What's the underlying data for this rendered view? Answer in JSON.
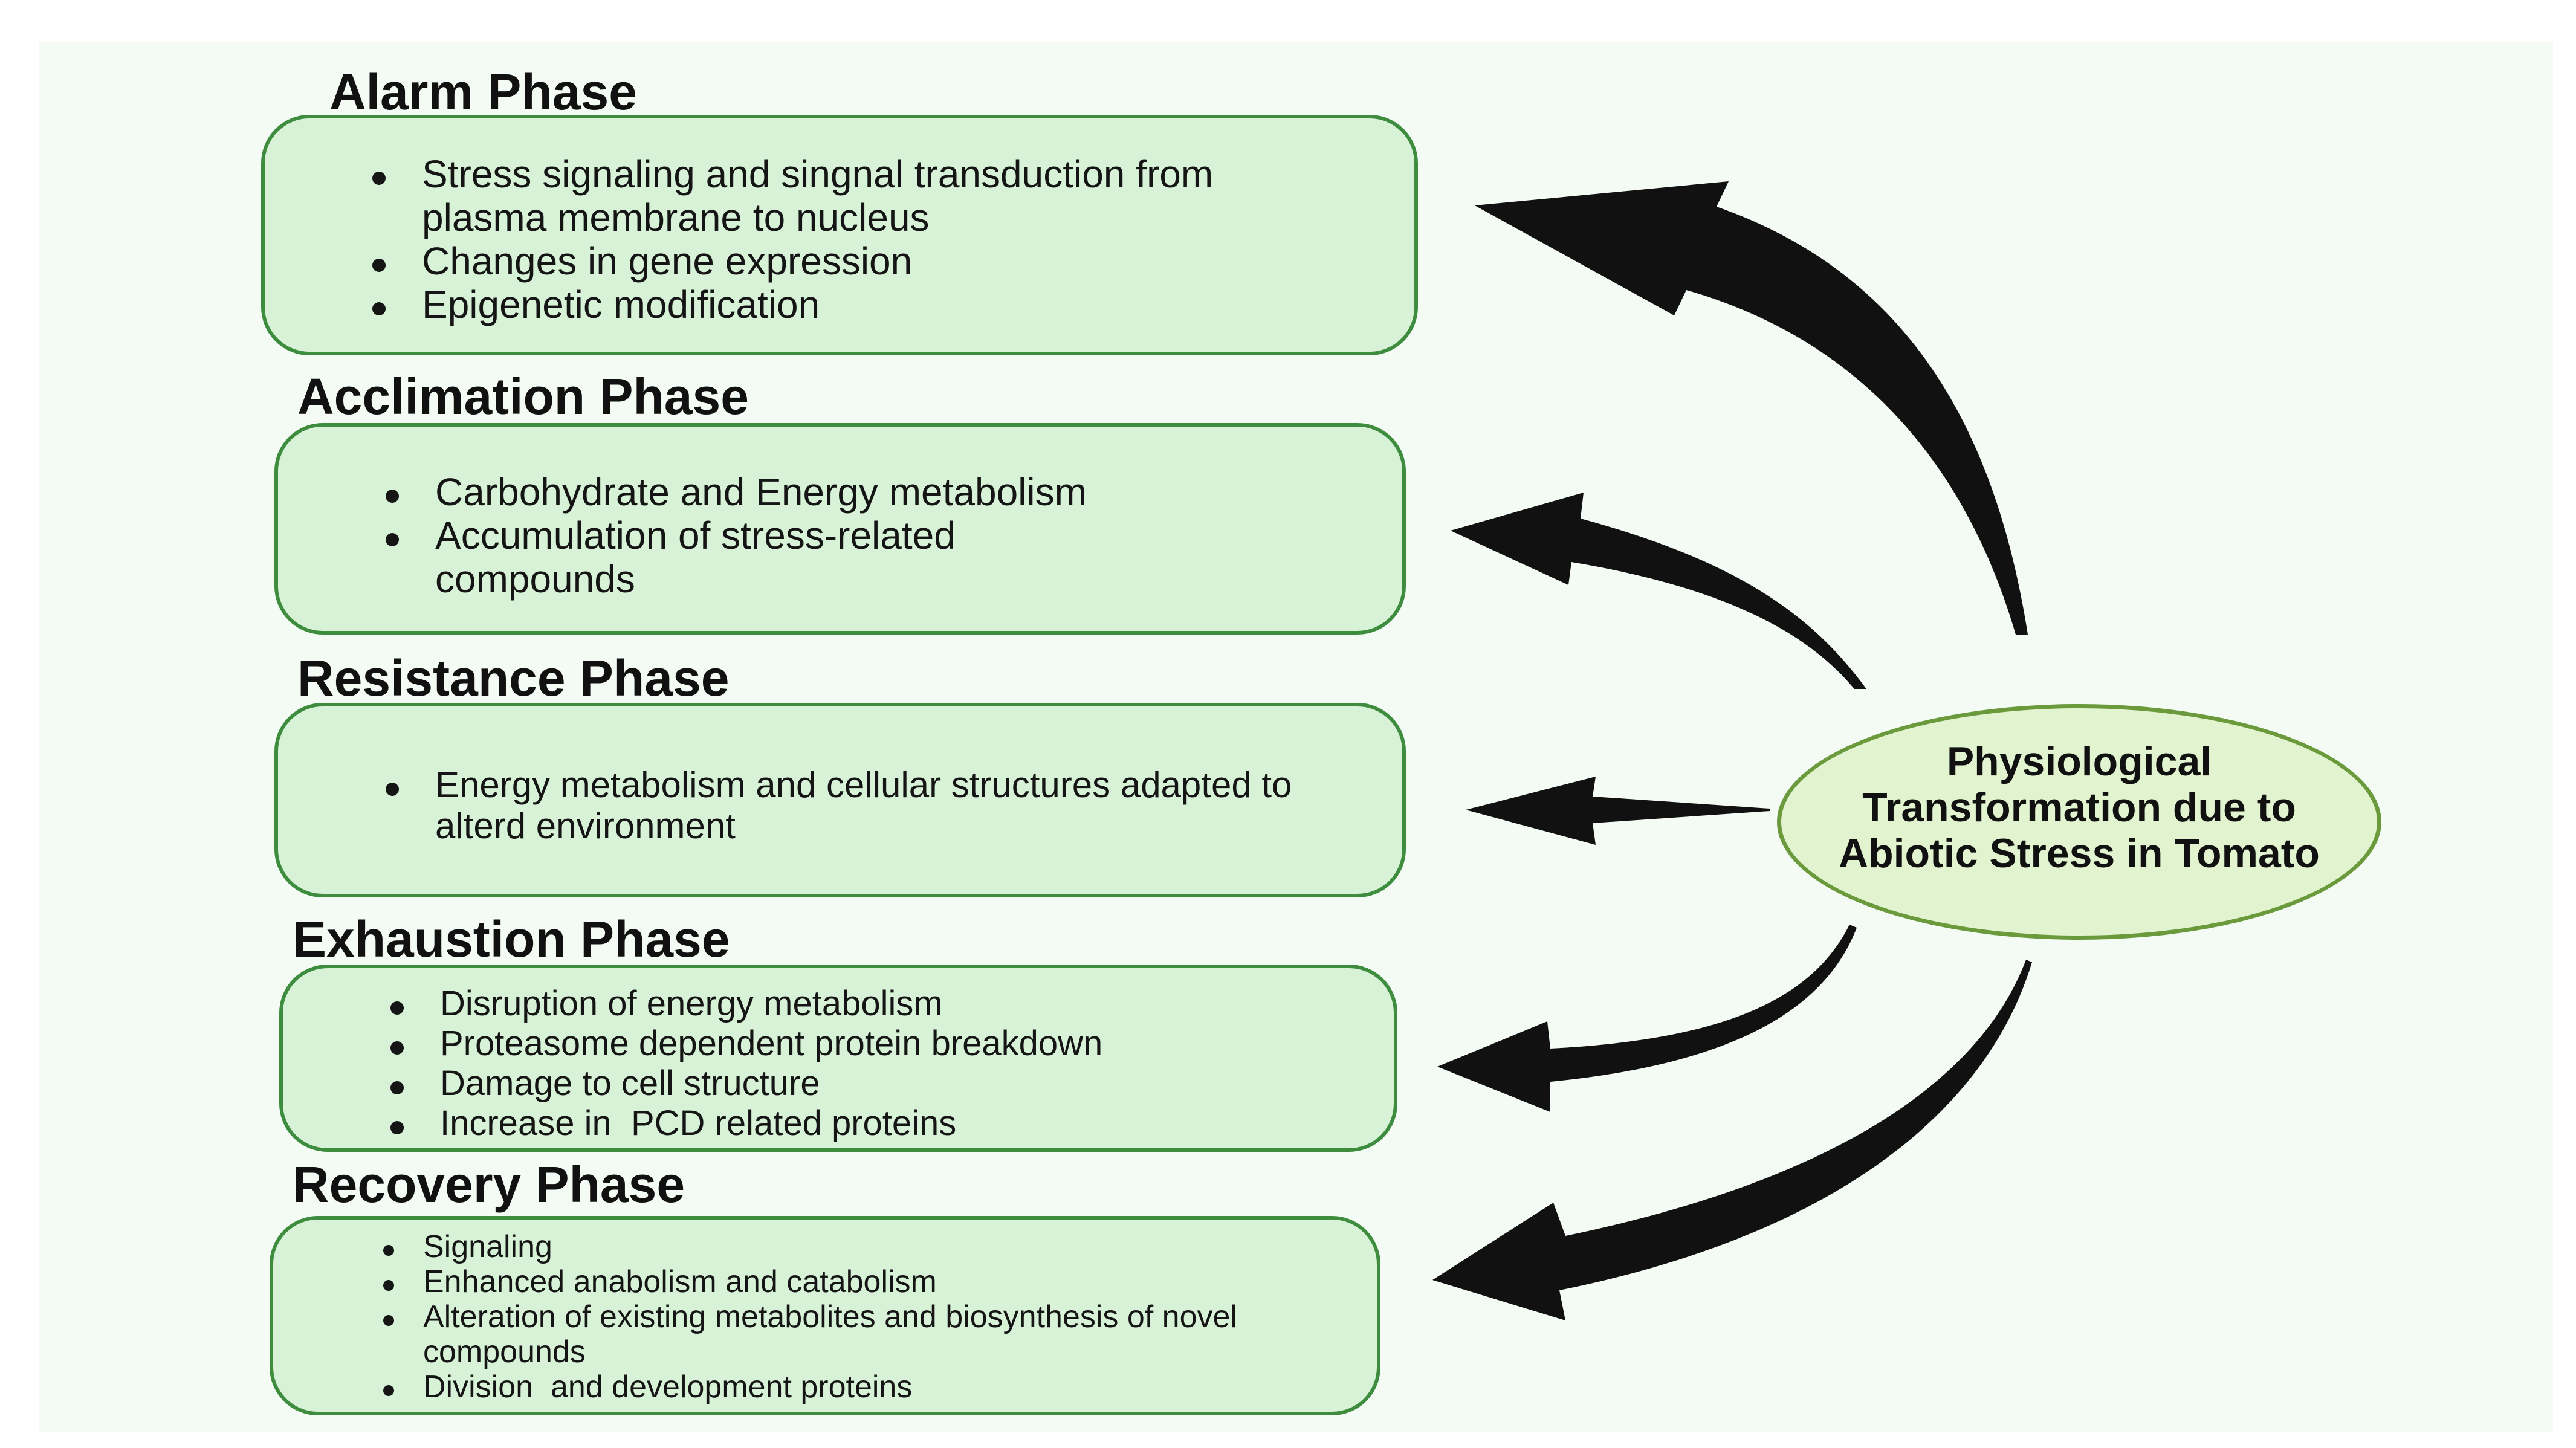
{
  "center": {
    "label": "Physiological Transformation due to Abiotic Stress in Tomato"
  },
  "phases": [
    {
      "id": "alarm",
      "title": "Alarm Phase",
      "items": [
        "Stress signaling and singnal transduction from plasma membrane to nucleus",
        "Changes in gene expression",
        "Epigenetic modification"
      ]
    },
    {
      "id": "acclimation",
      "title": "Acclimation Phase",
      "items": [
        "Carbohydrate and Energy metabolism",
        "Accumulation of stress-related compounds"
      ]
    },
    {
      "id": "resistance",
      "title": "Resistance Phase",
      "items": [
        "Energy metabolism and cellular structures adapted to alterd environment"
      ]
    },
    {
      "id": "exhaustion",
      "title": "Exhaustion Phase",
      "items": [
        "Disruption of energy metabolism",
        "Proteasome dependent protein breakdown",
        "Damage to cell structure",
        "Increase in  PCD related proteins"
      ]
    },
    {
      "id": "recovery",
      "title": "Recovery Phase",
      "items": [
        "Signaling",
        "Enhanced anabolism and catabolism",
        "Alteration of existing metabolites and biosynthesis of novel compounds",
        "Division  and development proteins"
      ]
    }
  ],
  "colors": {
    "box_fill": "#d7f2d7",
    "box_border": "#3e8d3f",
    "ellipse_fill": "#e2f3d0",
    "ellipse_border": "#6b9a3c",
    "arrow": "#111111",
    "background": "#f3fbf4"
  }
}
